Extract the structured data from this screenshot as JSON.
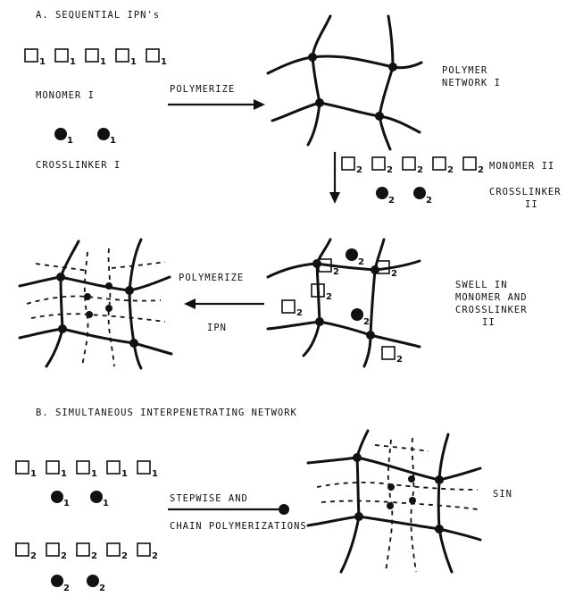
{
  "section_a": {
    "title": "A.  SEQUENTIAL IPN's",
    "monomer1_label": "MONOMER I",
    "crosslinker1_label": "CROSSLINKER I",
    "polymerize_label": "POLYMERIZE",
    "network1_line1": "POLYMER",
    "network1_line2": "NETWORK I",
    "monomer2_label": "MONOMER II",
    "crosslinker2_line1": "CROSSLINKER",
    "crosslinker2_line2": "II",
    "swell_line1": "SWELL IN",
    "swell_line2": "MONOMER AND",
    "swell_line3": "CROSSLINKER",
    "swell_line4": "II",
    "polymerize2_label": "POLYMERIZE",
    "ipn_label": "IPN"
  },
  "section_b": {
    "title": "B.  SIMULTANEOUS INTERPENETRATING NETWORK",
    "arrow_line1": "STEPWISE AND",
    "arrow_line2": "CHAIN POLYMERIZATIONS",
    "sin_label": "SIN"
  },
  "subscripts": {
    "one": "1",
    "two": "2"
  }
}
